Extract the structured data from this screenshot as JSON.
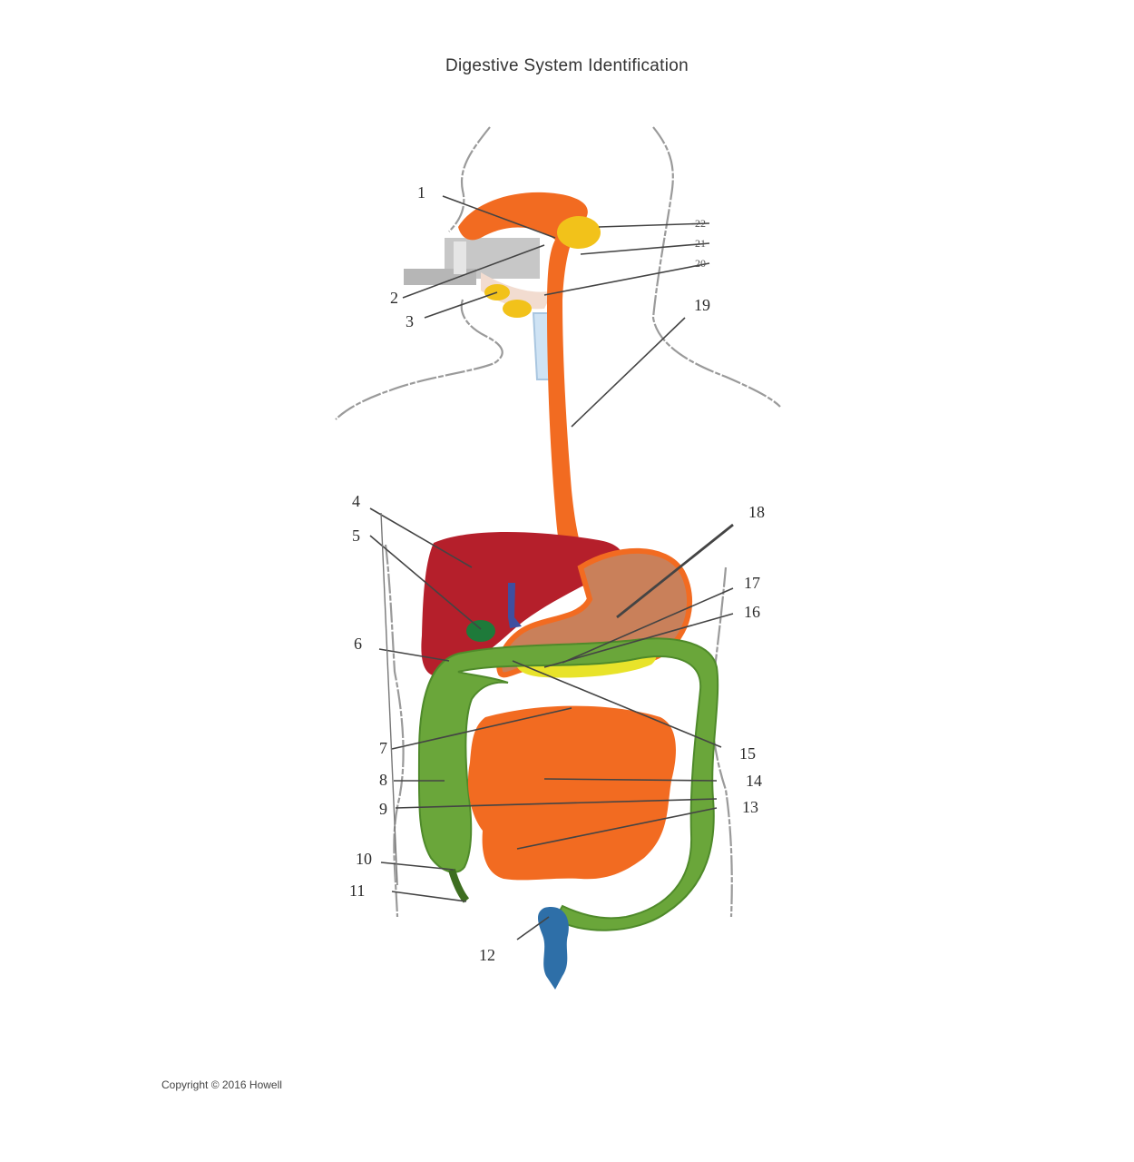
{
  "title": "Digestive System Identification",
  "copyright": "Copyright © 2016 Howell",
  "labels": {
    "n1": "1",
    "n2": "2",
    "n3": "3",
    "n4": "4",
    "n5": "5",
    "n6": "6",
    "n7": "7",
    "n8": "8",
    "n9": "9",
    "n10": "10",
    "n11": "11",
    "n12": "12",
    "n13": "13",
    "n14": "14",
    "n15": "15",
    "n16": "16",
    "n17": "17",
    "n18": "18",
    "n19": "19",
    "n20": "20",
    "n21": "21",
    "n22": "22"
  },
  "colors": {
    "esophagus": "#f26b21",
    "salivary_gland": "#f2c21a",
    "liver": "#b51f2b",
    "gallbladder": "#1e7a3a",
    "stomach": "#c9805a",
    "pancreas": "#e8e32a",
    "large_intestine": "#6aa63a",
    "small_intestine": "#f26b21",
    "rectum": "#2e6fa8"
  }
}
